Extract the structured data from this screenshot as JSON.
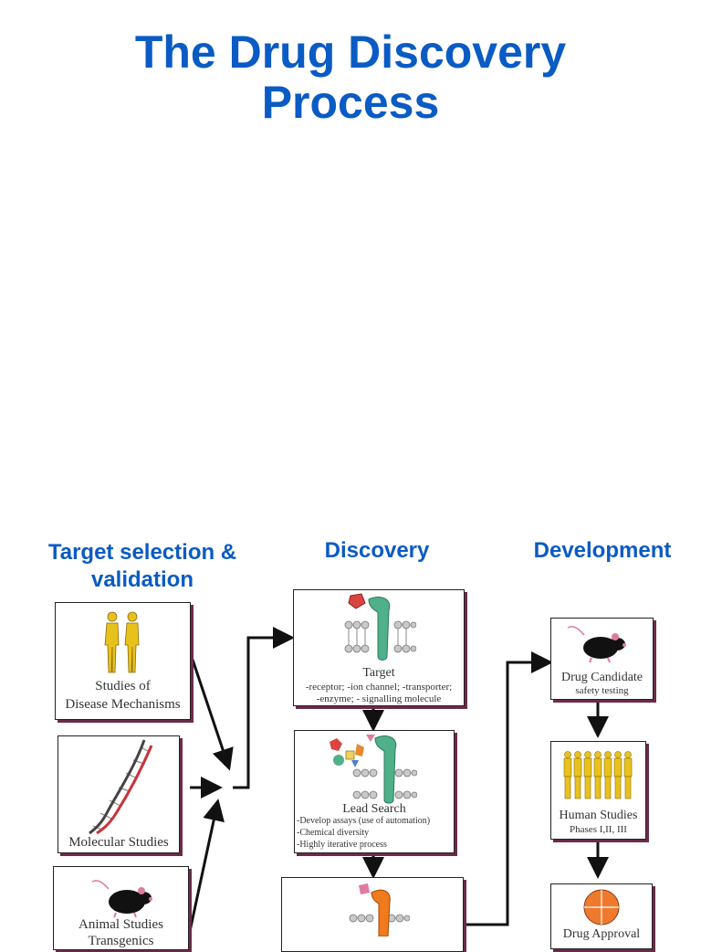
{
  "title": [
    "The Drug Discovery",
    "Process"
  ],
  "columns": {
    "target": [
      "Target selection &",
      "validation"
    ],
    "discovery": "Discovery",
    "development": "Development"
  },
  "boxes": {
    "disease": [
      "Studies of",
      "Disease Mechanisms"
    ],
    "molecular": "Molecular Studies",
    "animal": [
      "Animal Studies",
      "Transgenics"
    ],
    "target": {
      "title": "Target",
      "line1": "-receptor;  -ion channel;  -transporter;",
      "line2": "-enzyme;  - signalling molecule"
    },
    "lead": {
      "title": "Lead Search",
      "line1": "-Develop assays (use of automation)",
      "line2": "-Chemical diversity",
      "line3": "-Highly iterative process"
    },
    "candidate": {
      "title": "Drug Candidate",
      "sub": "safety testing"
    },
    "human": {
      "title": "Human Studies",
      "sub": "Phases I,II, III"
    },
    "approval": "Drug Approval"
  },
  "icons": {
    "disease": "human-figures-icon",
    "molecular": "dna-helix-icon",
    "animal": "mouse-icon",
    "target": "membrane-receptor-icon",
    "lead": "receptor-with-compounds-icon",
    "optimized": "receptor-with-ligand-icon",
    "candidate": "mouse-icon",
    "human": "crowd-figures-icon",
    "approval": "approval-target-icon"
  },
  "colors": {
    "heading": "#0a5bc4",
    "box_shadow": "#6b2b4a",
    "figure_gold": "#e8c21c",
    "receptor_green": "#4fb08a",
    "receptor_orange": "#f07a1c",
    "approval_orange": "#ef7a2e"
  }
}
